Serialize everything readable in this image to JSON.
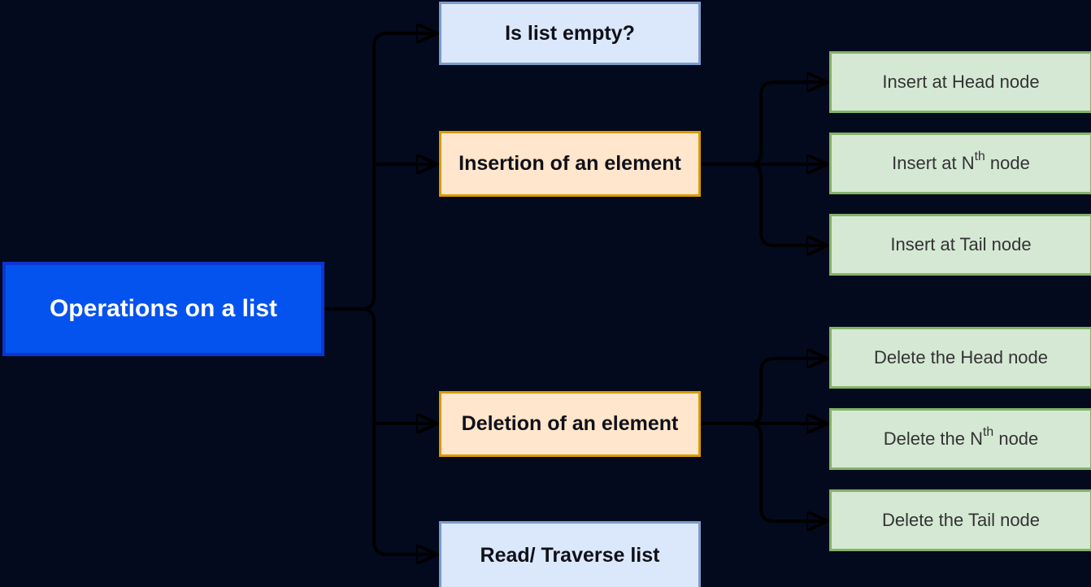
{
  "palette": {
    "bg": "#030a1e",
    "line": "#000000",
    "root-fill": "#0553ee",
    "root-border": "#0e35d3",
    "root-text": "#ffffff",
    "blue-fill": "#dbe8fb",
    "blue-border": "#7d9cc9",
    "orange-fill": "#ffe6cc",
    "orange-border": "#d79b00",
    "green-fill": "#d5e8d4",
    "green-border": "#82b366",
    "mid-text": "#101018",
    "green-text": "#333333"
  },
  "root": {
    "label": "Operations on a list"
  },
  "level1": {
    "is_list_empty": {
      "label": "Is list empty?"
    },
    "insertion": {
      "label": "Insertion of an element"
    },
    "deletion": {
      "label": "Deletion of an element"
    },
    "read_traverse": {
      "label": "Read/ Traverse list"
    }
  },
  "level2": {
    "insert": [
      {
        "pre": "Insert at Head node",
        "sup": "",
        "post": ""
      },
      {
        "pre": "Insert at N",
        "sup": "th",
        "post": " node"
      },
      {
        "pre": "Insert at Tail node",
        "sup": "",
        "post": ""
      }
    ],
    "delete": [
      {
        "pre": "Delete the Head node",
        "sup": "",
        "post": ""
      },
      {
        "pre": "Delete the N",
        "sup": "th",
        "post": " node"
      },
      {
        "pre": "Delete the Tail node",
        "sup": "",
        "post": ""
      }
    ]
  }
}
